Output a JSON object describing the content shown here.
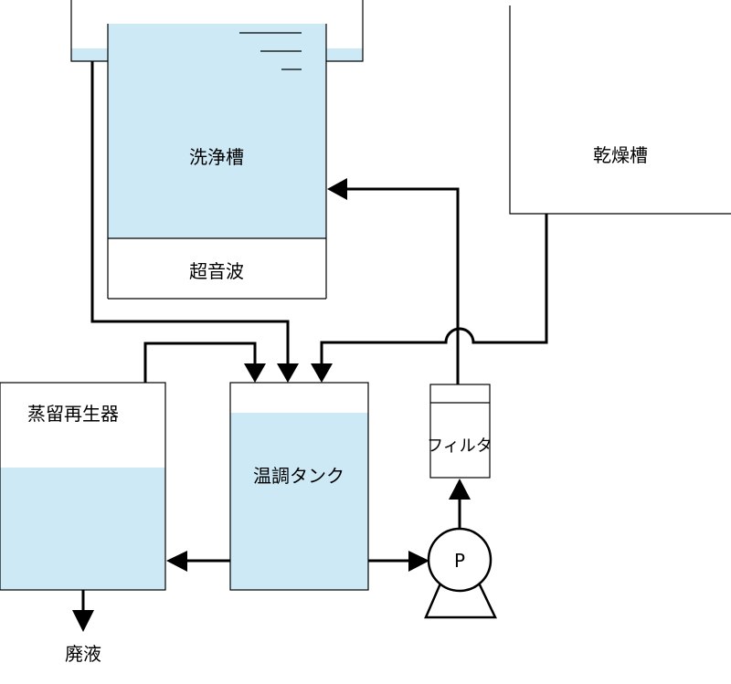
{
  "labels": {
    "wash_tank": "洗浄槽",
    "ultrasonic": "超音波",
    "drying_tank": "乾燥槽",
    "distiller": "蒸留再生器",
    "temp_tank": "温調タンク",
    "filter": "フィルタ",
    "pump": "P",
    "waste": "廃液"
  },
  "colors": {
    "water": "#cce9f5",
    "line": "#000000",
    "background": "#ffffff"
  }
}
